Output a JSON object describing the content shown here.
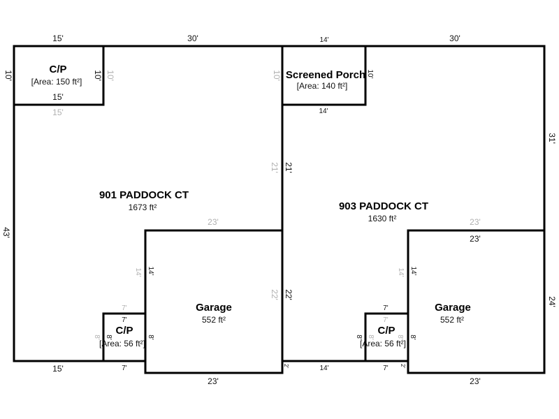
{
  "units": [
    {
      "name": "901 PADDOCK CT",
      "area": "1673 ft²"
    },
    {
      "name": "903 PADDOCK CT",
      "area": "1630 ft²"
    }
  ],
  "rooms": {
    "cp_top": {
      "name": "C/P",
      "area": "[Area: 150 ft²]"
    },
    "screened_porch": {
      "name": "Screened Porch",
      "area": "[Area: 140 ft²]"
    },
    "garage_left": {
      "name": "Garage",
      "area": "552 ft²"
    },
    "garage_right": {
      "name": "Garage",
      "area": "552 ft²"
    },
    "cp_left": {
      "name": "C/P",
      "area": "[Area: 56 ft²]"
    },
    "cp_right": {
      "name": "C/P",
      "area": "[Area: 56 ft²]"
    }
  },
  "dims": {
    "d15": "15'",
    "d30": "30'",
    "d14": "14'",
    "d10": "10'",
    "d31": "31'",
    "d21": "21'",
    "d43": "43'",
    "d23": "23'",
    "d22": "22'",
    "d24": "24'",
    "d7": "7'",
    "d8": "8'",
    "d2": "2'"
  },
  "colors": {
    "wall": "#000000",
    "inner_dimension": "#b0b0b0"
  }
}
